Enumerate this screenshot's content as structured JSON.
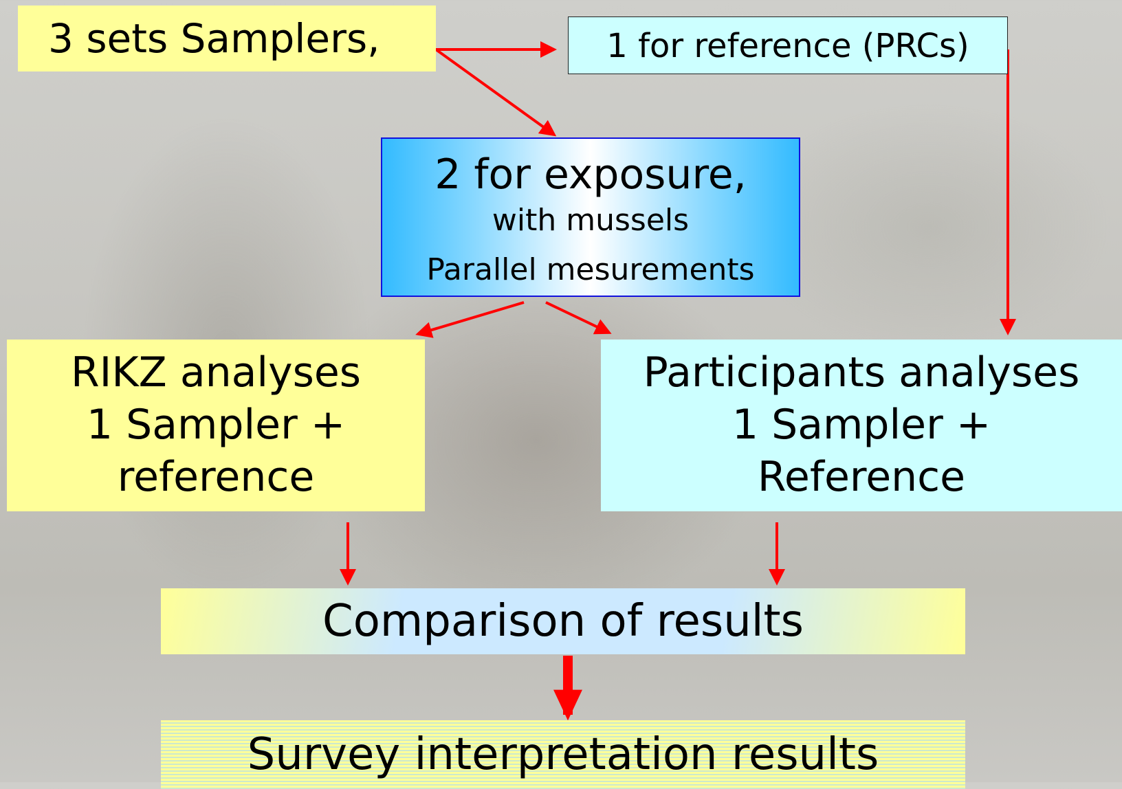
{
  "boxes": {
    "samplers": "3 sets Samplers,",
    "reference": "1 for reference (PRCs)",
    "exposure": {
      "line1": "2 for exposure,",
      "line2": "with mussels",
      "line3": "Parallel mesurements"
    },
    "rikz": {
      "line1": "RIKZ analyses",
      "line2": "1 Sampler +",
      "line3": "reference"
    },
    "participants": {
      "line1": "Participants analyses",
      "line2": "1 Sampler +",
      "line3": "Reference"
    },
    "comparison": "Comparison of results",
    "survey": "Survey interpretation results"
  },
  "colors": {
    "arrow": "#ff0000",
    "yellow_box": "#ffff99",
    "cyan_box": "#ccffff",
    "exposure_border": "#1111dd"
  }
}
